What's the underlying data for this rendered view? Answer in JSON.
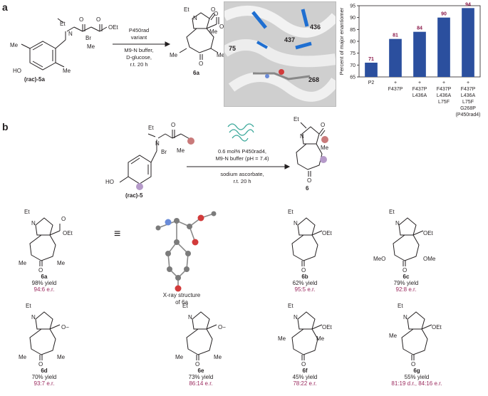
{
  "panel_a": {
    "letter": "a",
    "substrate_label": "(rac)-5a",
    "product_label": "6a",
    "arrow_top": [
      "P450rad",
      "variant"
    ],
    "arrow_bottom": [
      "M9-N buffer,",
      "D-glucose,",
      "r.t. 20 h"
    ],
    "structure_residue_labels": [
      "436",
      "437",
      "75",
      "268"
    ]
  },
  "panel_b": {
    "letter": "b",
    "substrate_label": "(rac)-5",
    "product_label": "6",
    "arrow_top": [
      "0.6 mol% P450rad4,",
      "M9-N buffer (pH = 7.4)"
    ],
    "arrow_bottom": [
      "sodium ascorbate,",
      "r.t. 20 h"
    ],
    "xray_caption": [
      "X-ray structure",
      "of 6a"
    ],
    "equiv_symbol": "≡"
  },
  "products": [
    {
      "id": "6a",
      "yield": "98% yield",
      "er": "94:6 e.r."
    },
    {
      "id": "6b",
      "yield": "62% yield",
      "er": "95:5 e.r."
    },
    {
      "id": "6c",
      "yield": "79% yield",
      "er": "92:8 e.r."
    },
    {
      "id": "6d",
      "yield": "70% yield",
      "er": "93:7 e.r."
    },
    {
      "id": "6e",
      "yield": "73% yield",
      "er": "86:14 e.r."
    },
    {
      "id": "6f",
      "yield": "45% yield",
      "er": "78:22 e.r."
    },
    {
      "id": "6g",
      "yield": "55% yield",
      "er": "81:19 d.r., 84:16 e.r."
    }
  ],
  "colors": {
    "er": "#9b2a5e",
    "bar": "#2b4f9e",
    "bar_label": "#8b1a4a",
    "protein_highlight": "#1f6fd1"
  },
  "chart_data": {
    "type": "bar",
    "categories": [
      [
        "P2"
      ],
      [
        "+",
        "F437P"
      ],
      [
        "+",
        "F437P",
        "L436A"
      ],
      [
        "+",
        "F437P",
        "L436A",
        "L75F"
      ],
      [
        "+",
        "F437P",
        "L436A",
        "L75F",
        "G268P",
        "(P450rad4)"
      ]
    ],
    "values": [
      71,
      81,
      84,
      90,
      94
    ],
    "ylabel": "Percent of major enantiomer",
    "ylim": [
      65,
      95
    ],
    "yticks": [
      65,
      70,
      75,
      80,
      85,
      90,
      95
    ]
  }
}
